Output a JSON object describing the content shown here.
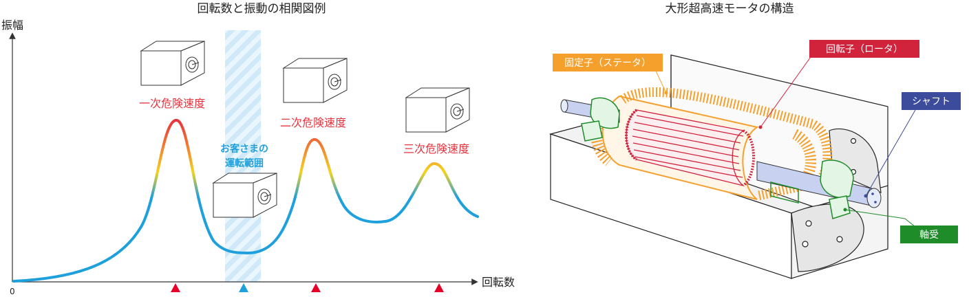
{
  "left_panel": {
    "title": "回転数と振動の相関図例",
    "y_axis_label": "振幅",
    "x_axis_label": "回転数",
    "origin_label": "0",
    "peaks": [
      {
        "label": "一次危険速度"
      },
      {
        "label": "二次危険速度"
      },
      {
        "label": "三次危険速度"
      }
    ],
    "operating_band_label_line1": "お客さまの",
    "operating_band_label_line2": "運転範囲",
    "colors": {
      "peak_red": "#e8323c",
      "curve_blue": "#1ea0dc",
      "curve_yellow": "#f5d21e",
      "curve_orange": "#f07832",
      "band": "#d2ecfa",
      "marker_red": "#e60028",
      "marker_blue": "#1ea0dc"
    }
  },
  "right_panel": {
    "title": "大形超高速モータの構造",
    "callouts": {
      "stator": "固定子（ステータ）",
      "rotor": "回転子（ロータ）",
      "shaft": "シャフト",
      "bearing": "軸受"
    },
    "colors": {
      "stator": "#f5a02d",
      "rotor": "#d2233c",
      "shaft": "#3c4b9b",
      "bearing": "#1e8c28"
    }
  }
}
